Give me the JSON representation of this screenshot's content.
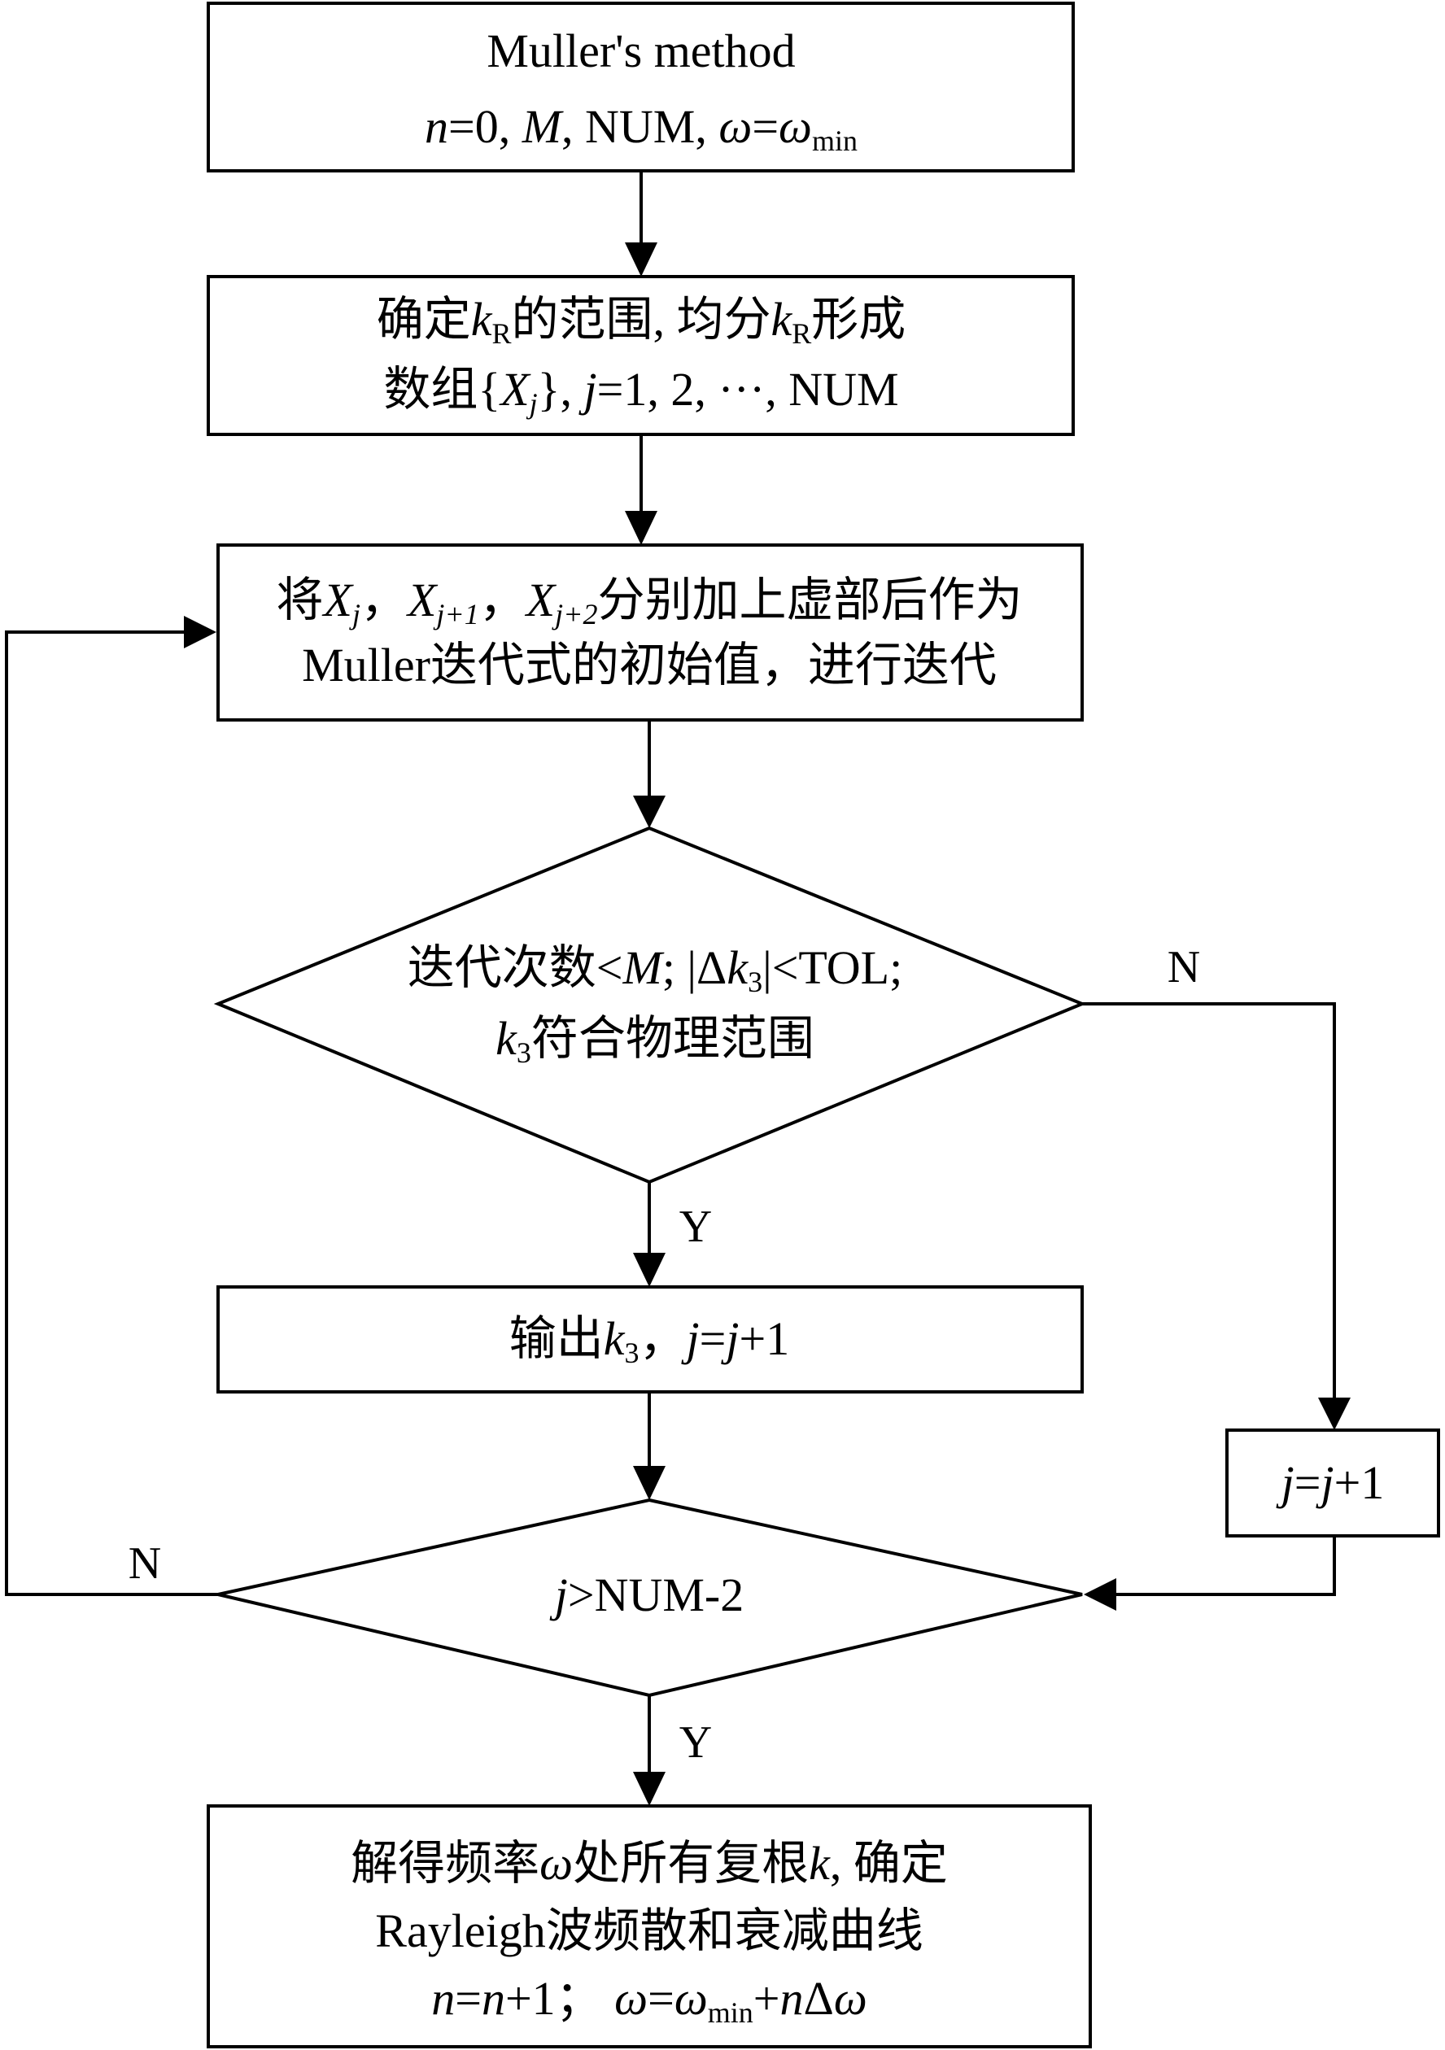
{
  "flowchart": {
    "start": {
      "line1": "Muller's method",
      "line2": {
        "n": "n",
        "eq0": "=0, ",
        "M": "M",
        "num": ", NUM, ",
        "omega": "ω",
        "eq": "=",
        "omega2": "ω",
        "sub": "min"
      }
    },
    "range": {
      "line1": {
        "a": "确定",
        "k": "k",
        "sub": "R",
        "b": "的范围, 均分",
        "k2": "k",
        "sub2": "R",
        "c": "形成"
      },
      "line2": {
        "a": "数组{",
        "X": "X",
        "sub": "j",
        "b": "}, ",
        "j": "j",
        "c": "=1, 2, ···, NUM"
      }
    },
    "init": {
      "line1": {
        "a": "将",
        "X1": "X",
        "s1": "j",
        "c1": "，",
        "X2": "X",
        "s2": "j+1",
        "c2": "，",
        "X3": "X",
        "s3": "j+2",
        "tail": "分别加上虚部后作为"
      },
      "line2": "Muller迭代式的初始值，进行迭代"
    },
    "check": {
      "line1": {
        "a": "迭代次数<",
        "M": "M",
        "b": "; |Δ",
        "k": "k",
        "sub": "3",
        "c": "|<TOL;"
      },
      "line2": {
        "k": "k",
        "sub": "3",
        "tail": "符合物理范围"
      }
    },
    "output": {
      "a": "输出",
      "k": "k",
      "sub": "3",
      "b": "，",
      "j": "j",
      "eq": "=",
      "j2": "j",
      "c": "+1"
    },
    "increment": {
      "j": "j",
      "eq": "=",
      "j2": "j",
      "c": "+1"
    },
    "loop": {
      "j": "j",
      "rest": ">NUM-2"
    },
    "result": {
      "line1": {
        "a": "解得频率",
        "omega": "ω",
        "b": "处所有复根",
        "k": "k",
        "c": ", 确定"
      },
      "line2": "Rayleigh波频散和衰减曲线",
      "line3": {
        "n": "n",
        "eq": "=",
        "n2": "n",
        "a": "+1； ",
        "omega": "ω",
        "eq2": "=",
        "omega2": "ω",
        "sub": "min",
        "b": "+",
        "n3": "n",
        "c": "Δ",
        "omega3": "ω"
      }
    },
    "labels": {
      "check_no": "N",
      "check_yes": "Y",
      "loop_no": "N",
      "loop_yes": "Y"
    }
  }
}
